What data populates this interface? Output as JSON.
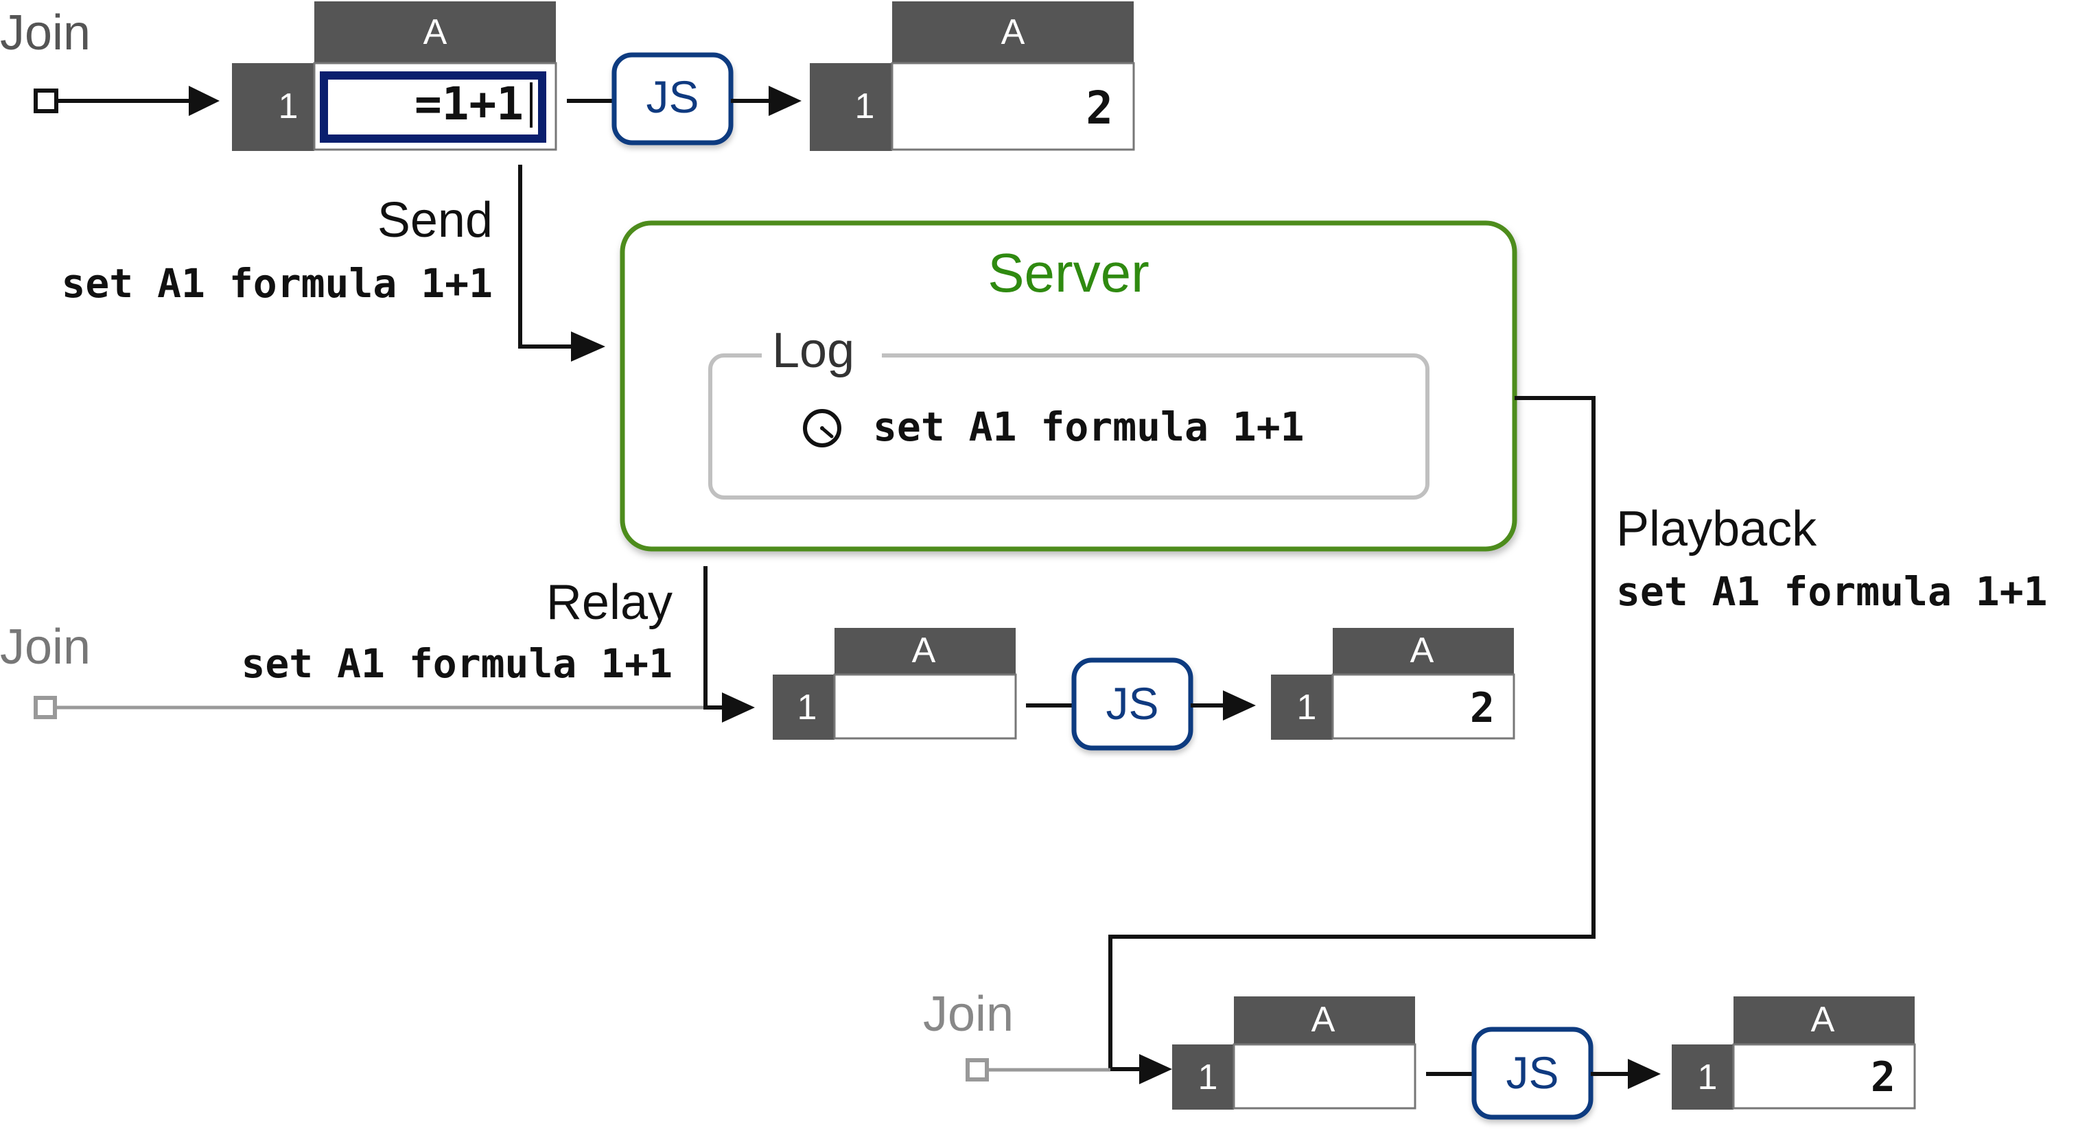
{
  "labels": {
    "join": "Join",
    "send": "Send",
    "relay": "Relay",
    "playback": "Playback",
    "server": "Server",
    "log": "Log",
    "command": "set A1 formula 1+1",
    "column": "A",
    "row": "1",
    "formula": "=1+1",
    "result": "2",
    "js": "JS"
  },
  "colors": {
    "header_fill": "#555555",
    "server_green": "#2f8a10",
    "server_border": "#4e8c1e",
    "js_border": "#0f3a80",
    "js_text": "#0f3a80",
    "edit_border": "#0a1f6e",
    "log_border": "#c0c0c0",
    "gray_line": "#999999",
    "text": "#111111"
  },
  "icons": {
    "log_entry": "clock-icon"
  }
}
